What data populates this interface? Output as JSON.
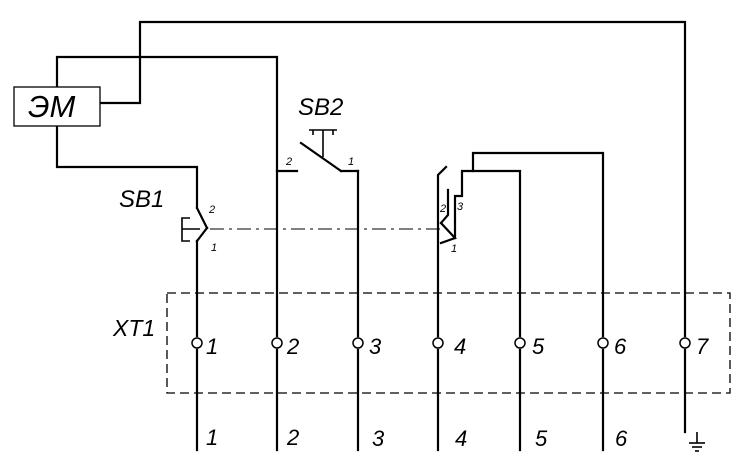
{
  "em_label": "ЭМ",
  "sb1_label": "SB1",
  "sb2_label": "SB2",
  "xt1_label": "XT1",
  "sb1_pins": {
    "top": "2",
    "bottom": "1"
  },
  "sb2_pins": {
    "left": "2",
    "right": "1"
  },
  "switch3_pins": {
    "a": "2",
    "b": "3",
    "c": "1"
  },
  "terminals": [
    "1",
    "2",
    "3",
    "4",
    "5",
    "6",
    "7"
  ],
  "wire_numbers": [
    "1",
    "2",
    "3",
    "4",
    "5",
    "6"
  ],
  "ground_icon": "ground-symbol"
}
